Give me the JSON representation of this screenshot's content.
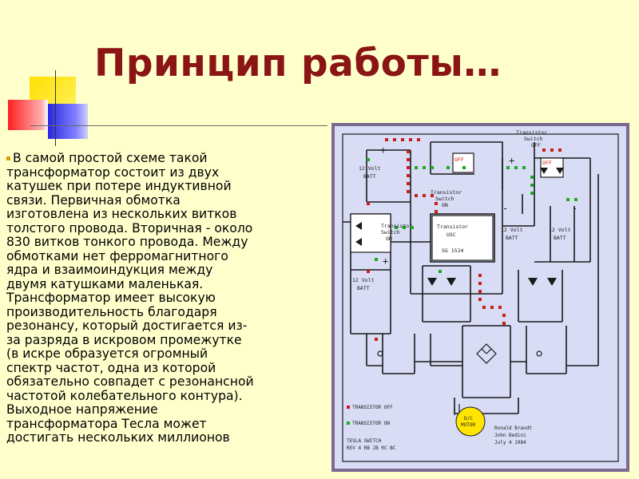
{
  "slide": {
    "title": "Принцип работы…",
    "body_lines": [
      "В самой простой схеме такой",
      "трансформатор состоит из двух",
      "катушек при потере индуктивной",
      "связи. Первичная обмотка",
      "изготовлена из нескольких витков",
      "толстого провода. Вторичная - около",
      "830 витков тонкого провода. Между",
      "обмотками нет ферромагнитного",
      "ядра и взаимоиндукция между",
      "двумя катушками маленькая.",
      "Трансформатор имеет высокую",
      "производительность благодаря",
      "резонансу, который достигается из-",
      "за разряда в искровом промежутке",
      "(в искре образуется огромный",
      "спектр частот, одна из которой",
      "обязательно совпадет с резонансной",
      "частотой колебательного контура).",
      "Выходное напряжение",
      "трансформатора Тесла может",
      "достигать нескольких миллионов"
    ]
  },
  "circuit": {
    "labels": {
      "transistor_switch_off": [
        "Transistor",
        "Switch",
        "OFF"
      ],
      "transistor_switch_on_mid": [
        "Transistor",
        "Switch",
        "ON"
      ],
      "transistor_switch_on_left": [
        "Transistor",
        "Switch",
        "ON"
      ],
      "ic": [
        "Transistor",
        "USC",
        "SG 1524"
      ],
      "batt_1": [
        "12 Volt",
        "BATT"
      ],
      "batt_2": [
        "12 Volt",
        "BATT"
      ],
      "batt_3": [
        "12 Volt",
        "BATT"
      ],
      "batt_4": [
        "12 Volt",
        "BATT"
      ],
      "off_1": "OFF",
      "off_2": "OFF",
      "motor": [
        "D/C",
        "MOTOR"
      ],
      "legend_off": "TRANSISTOR OFF",
      "legend_on": "TRANSISTOR ON",
      "switch_title": [
        "TESLA SWITCH",
        "REV 4 RB JB RC BC"
      ],
      "credits": [
        "Ronald Brandt",
        "John Bedini",
        "July 4 1984"
      ],
      "plus": "+",
      "minus": "-"
    },
    "colors": {
      "wire": "#1A1A1A",
      "off_marker": "#C81E1E",
      "on_marker": "#1EAA1E",
      "motor": "#FFE500"
    }
  }
}
